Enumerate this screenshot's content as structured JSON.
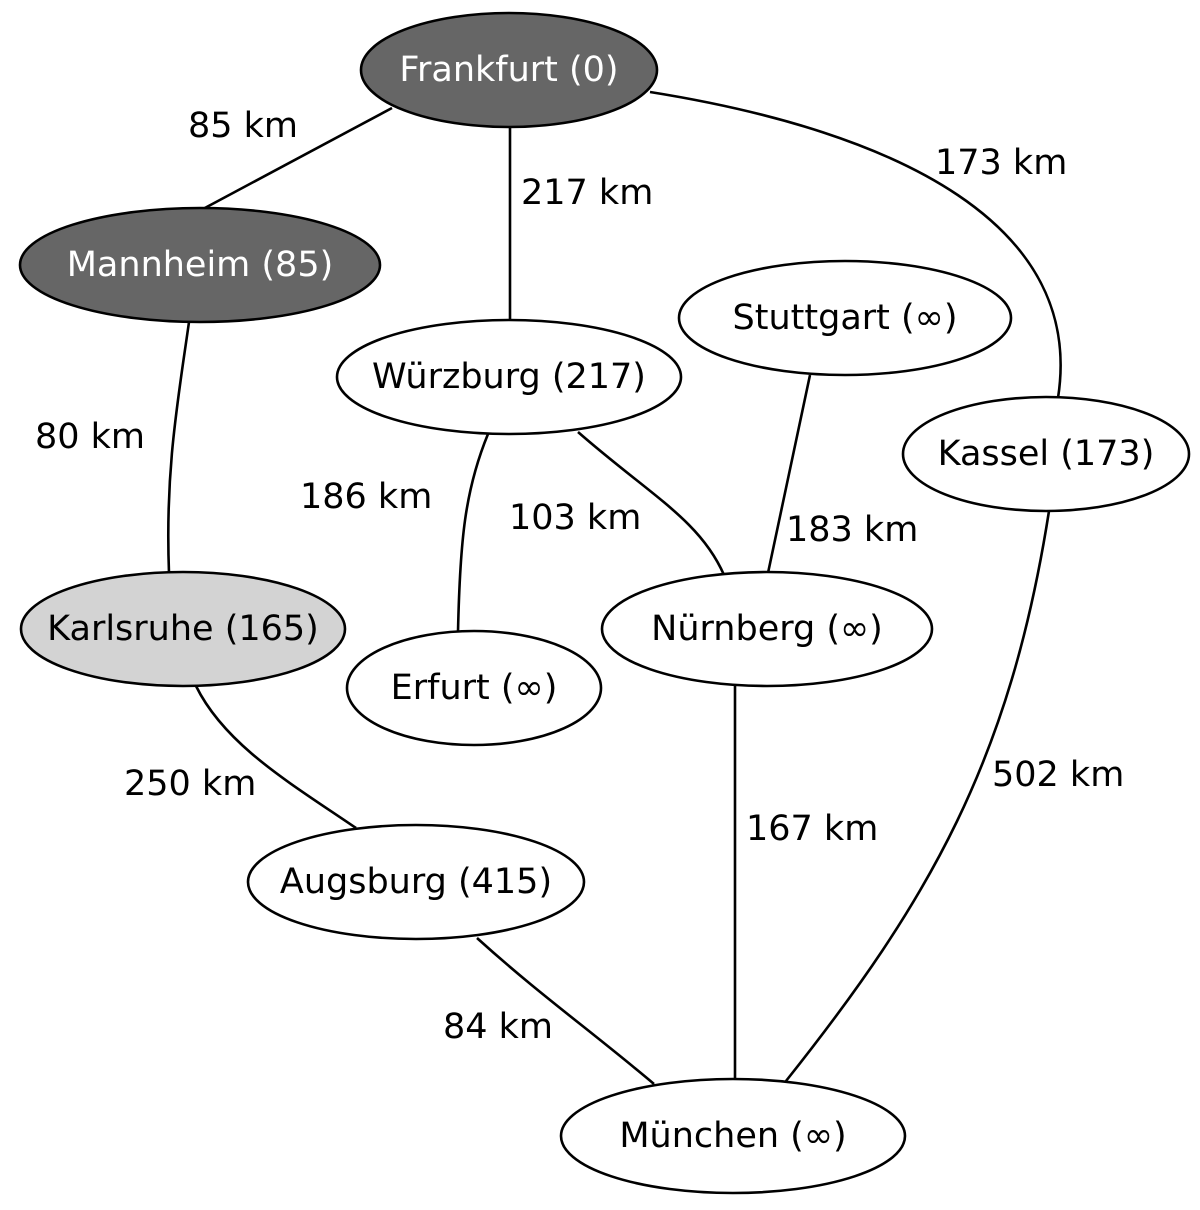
{
  "colors": {
    "visited": "#666666",
    "current": "#d3d3d3",
    "unvisited": "#ffffff",
    "text_dark_bg": "#ffffff",
    "text_light_bg": "#000000"
  },
  "nodes": [
    {
      "id": "frankfurt",
      "label": "Frankfurt (0)",
      "state": "visited"
    },
    {
      "id": "mannheim",
      "label": "Mannheim (85)",
      "state": "visited"
    },
    {
      "id": "wuerzburg",
      "label": "Würzburg (217)",
      "state": "unvisited"
    },
    {
      "id": "stuttgart",
      "label": "Stuttgart (∞)",
      "state": "unvisited"
    },
    {
      "id": "kassel",
      "label": "Kassel (173)",
      "state": "unvisited"
    },
    {
      "id": "karlsruhe",
      "label": "Karlsruhe (165)",
      "state": "current"
    },
    {
      "id": "erfurt",
      "label": "Erfurt (∞)",
      "state": "unvisited"
    },
    {
      "id": "nuernberg",
      "label": "Nürnberg (∞)",
      "state": "unvisited"
    },
    {
      "id": "augsburg",
      "label": "Augsburg (415)",
      "state": "unvisited"
    },
    {
      "id": "muenchen",
      "label": "München (∞)",
      "state": "unvisited"
    }
  ],
  "edges": [
    {
      "id": "frankfurt-mannheim",
      "from": "frankfurt",
      "to": "mannheim",
      "label": "85 km"
    },
    {
      "id": "frankfurt-wuerzburg",
      "from": "frankfurt",
      "to": "wuerzburg",
      "label": "217 km"
    },
    {
      "id": "frankfurt-kassel",
      "from": "frankfurt",
      "to": "kassel",
      "label": "173 km"
    },
    {
      "id": "mannheim-karlsruhe",
      "from": "mannheim",
      "to": "karlsruhe",
      "label": "80 km"
    },
    {
      "id": "wuerzburg-erfurt",
      "from": "wuerzburg",
      "to": "erfurt",
      "label": "186 km"
    },
    {
      "id": "wuerzburg-nuernberg",
      "from": "wuerzburg",
      "to": "nuernberg",
      "label": "103 km"
    },
    {
      "id": "stuttgart-nuernberg",
      "from": "stuttgart",
      "to": "nuernberg",
      "label": "183 km"
    },
    {
      "id": "karlsruhe-augsburg",
      "from": "karlsruhe",
      "to": "augsburg",
      "label": "250 km"
    },
    {
      "id": "nuernberg-muenchen",
      "from": "nuernberg",
      "to": "muenchen",
      "label": "167 km"
    },
    {
      "id": "kassel-muenchen",
      "from": "kassel",
      "to": "muenchen",
      "label": "502 km"
    },
    {
      "id": "augsburg-muenchen",
      "from": "augsburg",
      "to": "muenchen",
      "label": "84 km"
    }
  ]
}
